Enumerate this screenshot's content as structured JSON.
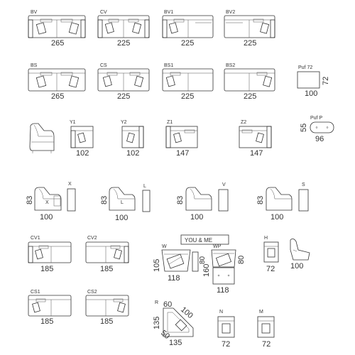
{
  "sofas": [
    {
      "code": "BV",
      "width": "265"
    },
    {
      "code": "CV",
      "width": "225"
    },
    {
      "code": "BV1",
      "width": "225"
    },
    {
      "code": "BV2",
      "width": "225"
    },
    {
      "code": "BS",
      "width": "265"
    },
    {
      "code": "CS",
      "width": "225"
    },
    {
      "code": "BS1",
      "width": "225"
    },
    {
      "code": "BS2",
      "width": "225"
    }
  ],
  "puf72": {
    "code": "Puf 72",
    "width": "100",
    "depth": "72"
  },
  "pufP": {
    "code": "Puf P",
    "height": "55",
    "width": "96"
  },
  "chaise": [
    {
      "code": "Y1",
      "width": "102"
    },
    {
      "code": "Y2",
      "width": "102"
    },
    {
      "code": "Z1",
      "width": "147"
    },
    {
      "code": "Z2",
      "width": "147"
    }
  ],
  "armchairs": [
    {
      "code": "X",
      "height": "83",
      "width": "100"
    },
    {
      "code": "L",
      "height": "83",
      "width": "100"
    },
    {
      "code": "V",
      "height": "83",
      "width": "100"
    },
    {
      "code": "S",
      "height": "83",
      "width": "100"
    }
  ],
  "small_sofas": [
    {
      "code": "CV1",
      "width": "185"
    },
    {
      "code": "CV2",
      "width": "185"
    },
    {
      "code": "CS1",
      "width": "185"
    },
    {
      "code": "CS2",
      "width": "185"
    }
  ],
  "youme": {
    "title": "YOU & ME",
    "w": {
      "code": "W",
      "depth": "105",
      "width": "118",
      "side": "80"
    },
    "wp": {
      "code": "WP",
      "depth": "160",
      "width": "118",
      "side": "80"
    }
  },
  "singles": [
    {
      "code": "H",
      "width": "72",
      "side": "100"
    },
    {
      "code": "N",
      "width": "72"
    },
    {
      "code": "M",
      "width": "72"
    }
  ],
  "corner": {
    "code": "R",
    "top": "60",
    "diag": "100",
    "left": "135",
    "bottom": "135",
    "small": "50"
  }
}
